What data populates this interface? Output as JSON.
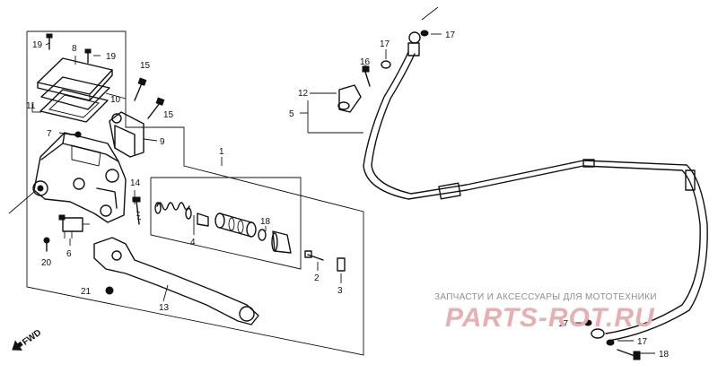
{
  "callouts": [
    "19",
    "8",
    "19",
    "11",
    "10",
    "7",
    "9",
    "15",
    "15",
    "1",
    "14",
    "4",
    "18",
    "6",
    "20",
    "21",
    "13",
    "2",
    "3",
    "12",
    "5",
    "16",
    "17",
    "17",
    "17",
    "17",
    "18"
  ],
  "fwd_label": "FWD",
  "watermark": {
    "caption": "ЗАПЧАСТИ И АКСЕССУАРЫ ДЛЯ МОТОТЕХНИКИ",
    "logo": "PARTS-ROT.RU"
  }
}
